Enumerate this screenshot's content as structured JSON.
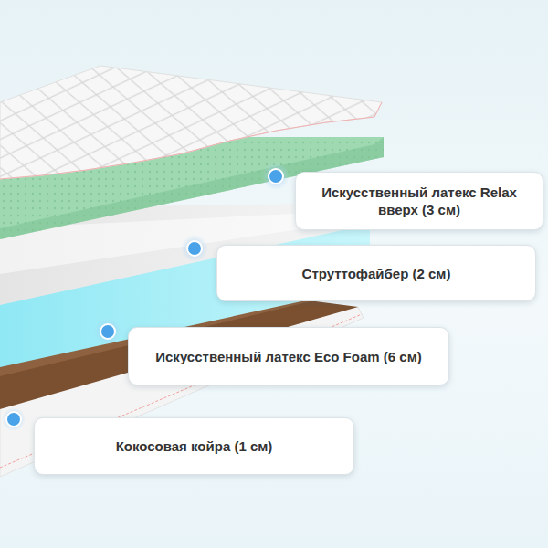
{
  "diagram": {
    "nodes": [
      {
        "text": [
          "Искусственный латекс Relax вверх (3 см)"
        ]
      },
      {
        "text": [
          "Струттофайбер (2 см)"
        ]
      },
      {
        "text": [
          "Искусственный латекс Eco Foam (6 см)"
        ]
      },
      {
        "text": [
          "Кокосовая койра (1 см)"
        ]
      }
    ]
  }
}
